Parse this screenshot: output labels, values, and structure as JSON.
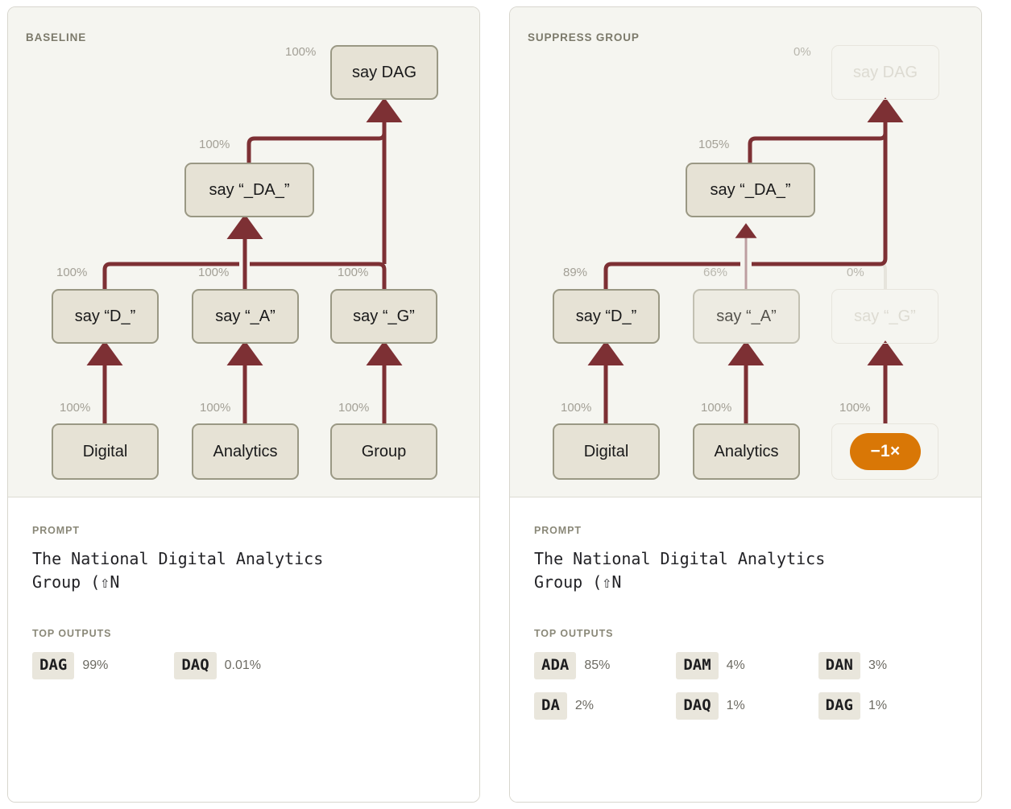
{
  "panels": [
    {
      "id": "baseline",
      "title": "BASELINE",
      "prompt_label": "PROMPT",
      "prompt_text": "The National Digital Analytics\nGroup (⇧N",
      "outputs_label": "TOP OUTPUTS",
      "outputs": [
        {
          "token": "DAG",
          "prob": "99%"
        },
        {
          "token": "DAQ",
          "prob": "0.01%"
        }
      ],
      "nodes": {
        "top": {
          "label": "say DAG",
          "edge": "100%",
          "state": "active"
        },
        "mid": {
          "label": "say “_DA_”",
          "edge": "100%",
          "state": "active"
        },
        "l1": {
          "label": "say “D_”",
          "edge": "100%",
          "state": "active"
        },
        "l2": {
          "label": "say “_A”",
          "edge": "100%",
          "state": "active"
        },
        "l3": {
          "label": "say “_G”",
          "edge": "100%",
          "state": "active"
        },
        "b1": {
          "label": "Digital",
          "edge": "100%",
          "state": "active"
        },
        "b2": {
          "label": "Analytics",
          "edge": "100%",
          "state": "active"
        },
        "b3": {
          "label": "Group",
          "edge": "100%",
          "state": "active"
        }
      }
    },
    {
      "id": "suppress-group",
      "title": "SUPPRESS GROUP",
      "prompt_label": "PROMPT",
      "prompt_text": "The National Digital Analytics\nGroup (⇧N",
      "outputs_label": "TOP OUTPUTS",
      "outputs": [
        {
          "token": "ADA",
          "prob": "85%"
        },
        {
          "token": "DAM",
          "prob": "4%"
        },
        {
          "token": "DAN",
          "prob": "3%"
        },
        {
          "token": "DA",
          "prob": "2%"
        },
        {
          "token": "DAQ",
          "prob": "1%"
        },
        {
          "token": "DAG",
          "prob": "1%"
        }
      ],
      "nodes": {
        "top": {
          "label": "say DAG",
          "edge": "0%",
          "state": "ghost"
        },
        "mid": {
          "label": "say “_DA_”",
          "edge": "105%",
          "state": "active"
        },
        "l1": {
          "label": "say “D_”",
          "edge": "89%",
          "state": "active"
        },
        "l2": {
          "label": "say “_A”",
          "edge": "66%",
          "state": "dim"
        },
        "l3": {
          "label": "say “_G”",
          "edge": "0%",
          "state": "ghost"
        },
        "b1": {
          "label": "Digital",
          "edge": "100%",
          "state": "active"
        },
        "b2": {
          "label": "Analytics",
          "edge": "100%",
          "state": "active"
        },
        "b3": {
          "label": "",
          "edge": "100%",
          "state": "ghost",
          "pill": "−1×"
        }
      }
    }
  ],
  "colors": {
    "edge": "#7d3034",
    "edge_faint": "#c8a9ab",
    "edge_ghost": "#e8e6de",
    "node_fill": "#e6e2d5",
    "node_border": "#9a9884",
    "panel_bg": "#f5f5f0",
    "accent_orange": "#d97706",
    "label_gray": "#a3a096"
  }
}
